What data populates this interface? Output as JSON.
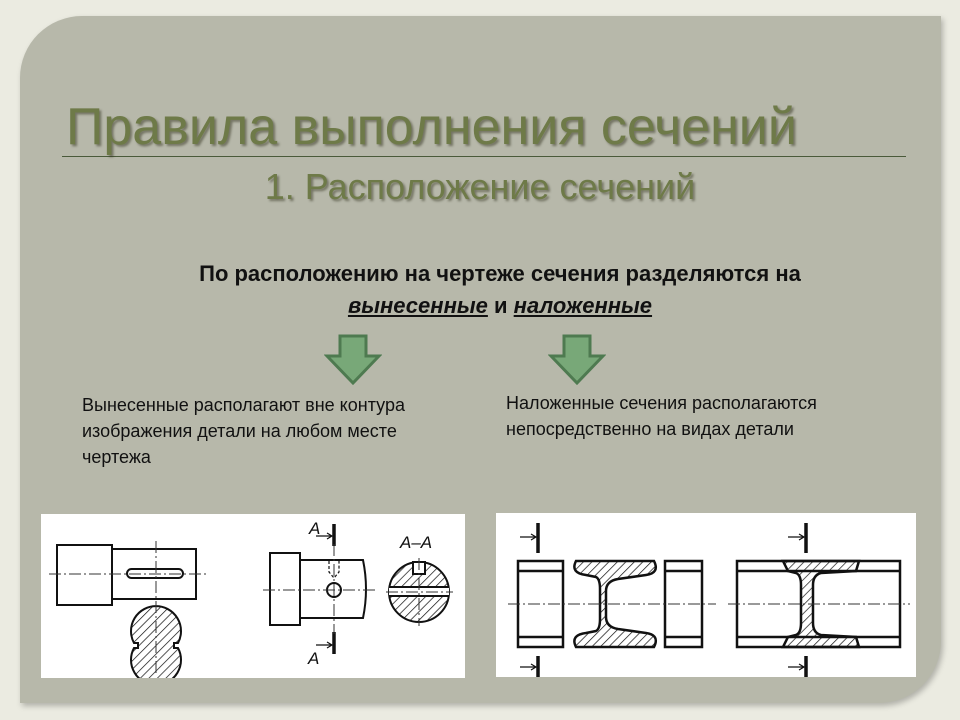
{
  "slide": {
    "title": "Правила выполнения сечений",
    "subtitle": "1. Расположение сечений",
    "intro_text": "По расположению на чертеже сечения разделяются на",
    "intro_term1": "вынесенные",
    "intro_and": "и",
    "intro_term2": "наложенные",
    "left_description": "Вынесенные располагают вне контура изображения детали на любом месте чертежа",
    "right_description": "Наложенные сечения располагаются непосредственно на видах детали",
    "section_label_a": "А",
    "section_label_aa": "А–А"
  },
  "colors": {
    "accent": "#6e7a48",
    "arrow_fill": "#78a878",
    "arrow_stroke": "#4e7a50",
    "card": "#b7b8aa"
  }
}
